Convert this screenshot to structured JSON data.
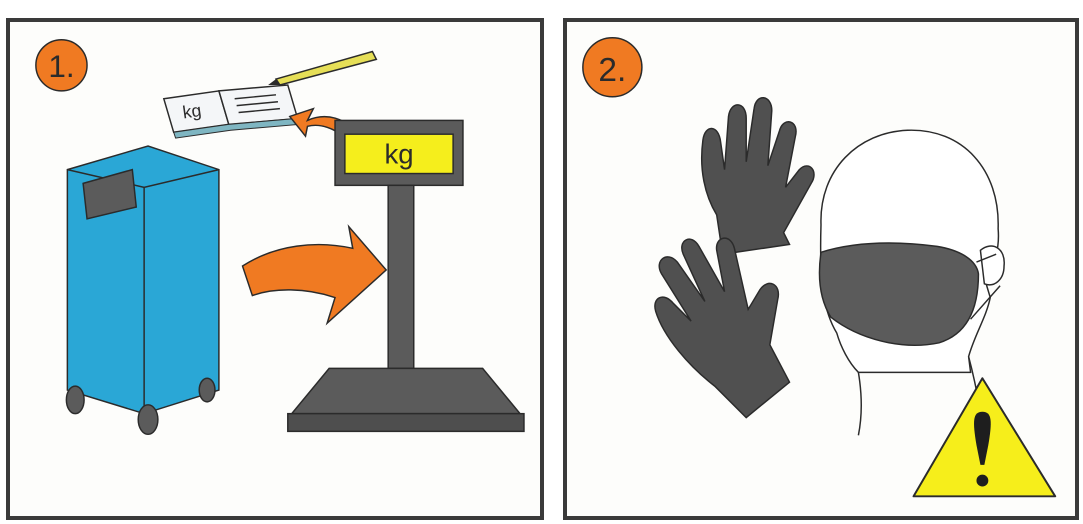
{
  "panels": [
    {
      "number_label": "1.",
      "scale_display": "kg",
      "notebook_text": "kg"
    },
    {
      "number_label": "2."
    }
  ],
  "colors": {
    "badge_orange": "#f07a22",
    "bin_blue": "#2aa7d6",
    "scale_gray": "#5b5b5b",
    "display_yellow": "#f5ee1c",
    "warning_yellow": "#f6ee1b",
    "outline": "#2b2b2b"
  },
  "icons": [
    "waste-bin-icon",
    "arrow-icon",
    "scale-icon",
    "notebook-icon",
    "pencil-icon",
    "gloves-icon",
    "face-mask-head-icon",
    "warning-icon"
  ]
}
